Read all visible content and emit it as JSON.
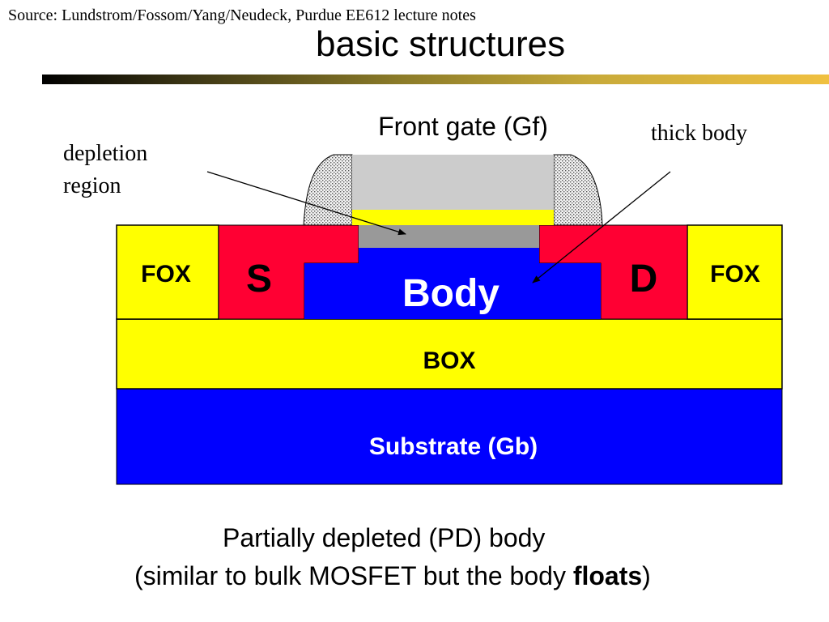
{
  "source": "Source: Lundstrom/Fossom/Yang/Neudeck, Purdue EE612 lecture notes",
  "title": "basic structures",
  "diagram": {
    "front_gate": "Front gate (Gf)",
    "fox_left": "FOX",
    "fox_right": "FOX",
    "source": "S",
    "drain": "D",
    "body": "Body",
    "box": "BOX",
    "substrate": "Substrate (Gb)"
  },
  "annotations": {
    "depletion_line1": "depletion",
    "depletion_line2": "region",
    "thick_body": "thick body"
  },
  "caption": {
    "line1": "Partially depleted (PD) body",
    "line2_prefix": "(similar to bulk MOSFET but the body ",
    "line2_bold": "floats",
    "line2_suffix": ")"
  },
  "colors": {
    "fox": "#ffff00",
    "source_drain": "#ff0033",
    "body": "#0000ff",
    "box": "#ffff00",
    "substrate": "#0000ff",
    "gate": "#cccccc",
    "gate_oxide": "#ffff00",
    "depletion": "#999999"
  }
}
